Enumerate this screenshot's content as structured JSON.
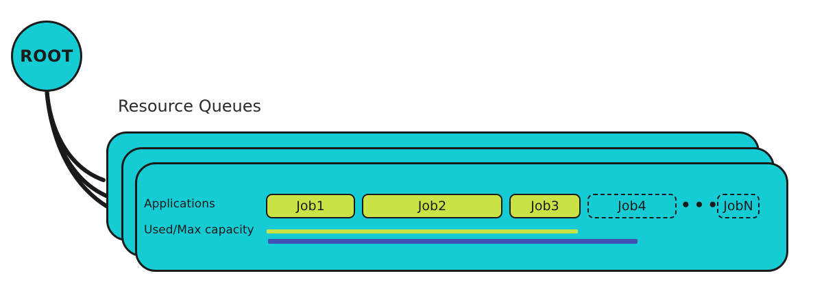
{
  "colors": {
    "teal": "#16ccd4",
    "green": "#c9e347",
    "blue": "#4053b4",
    "ink": "#1a1a1a",
    "title-ink": "#2b2b2b"
  },
  "root": {
    "label": "ROOT"
  },
  "diagram": {
    "title": "Resource Queues",
    "card": {
      "applications_label": "Applications",
      "capacity_label": "Used/Max capacity",
      "jobs": [
        {
          "label": "Job1",
          "style": "solid"
        },
        {
          "label": "Job2",
          "style": "solid"
        },
        {
          "label": "Job3",
          "style": "solid"
        },
        {
          "label": "Job4",
          "style": "dashed"
        },
        {
          "label": "JobN",
          "style": "dashed"
        }
      ],
      "ellipsis": "•••",
      "legend": {
        "used_bar_color": "#c9e347",
        "max_bar_color": "#4053b4"
      }
    }
  }
}
